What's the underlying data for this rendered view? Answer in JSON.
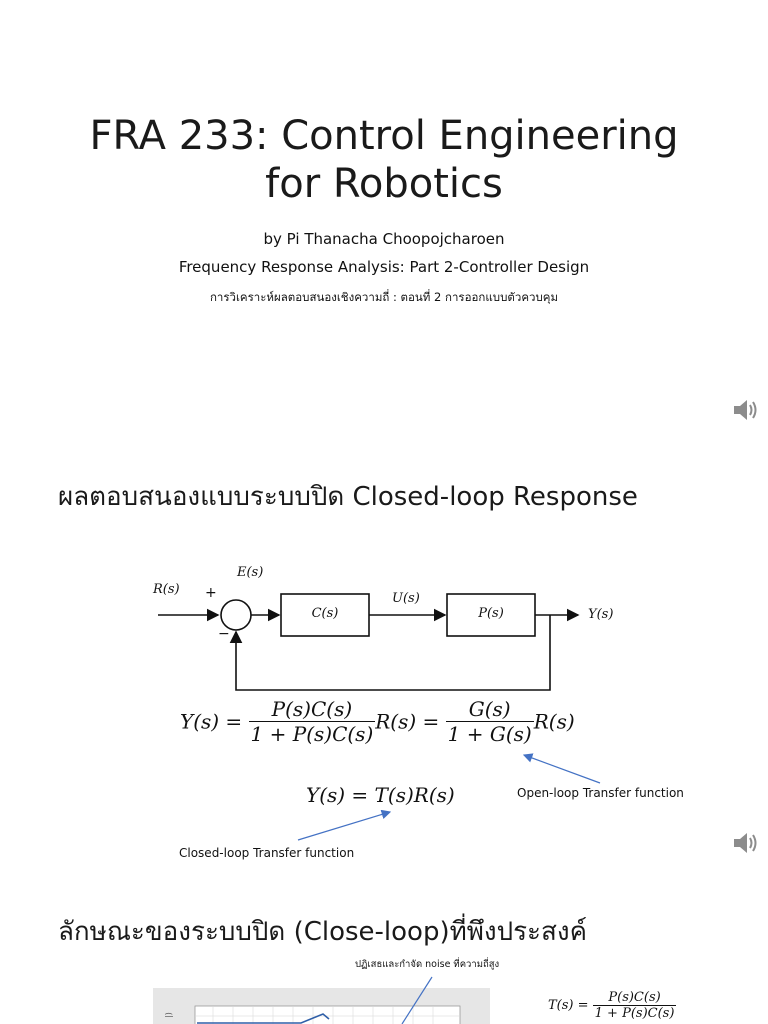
{
  "slide1": {
    "title_line1": "FRA 233: Control Engineering",
    "title_line2": "for Robotics",
    "author": "by Pi Thanacha Choopojcharoen",
    "subtitle": "Frequency Response Analysis: Part 2-Controller Design",
    "subtitle_thai": "การวิเคราะห์ผลตอบสนองเชิงความถี่ : ตอนที่ 2 การออกแบบตัวควบคุม",
    "audio_icon": "speaker-icon"
  },
  "slide2": {
    "heading": "ผลตอบสนองแบบระบบปิด Closed-loop Response",
    "diagram": {
      "input": "R(s)",
      "error": "E(s)",
      "plus": "+",
      "minus": "−",
      "controller": "C(s)",
      "control_signal": "U(s)",
      "plant": "P(s)",
      "output": "Y(s)"
    },
    "equation1": {
      "lhs": "Y(s) =",
      "frac1_num": "P(s)C(s)",
      "frac1_den": "1 + P(s)C(s)",
      "mid": "R(s) =",
      "frac2_num": "G(s)",
      "frac2_den": "1 + G(s)",
      "tail": "R(s)"
    },
    "equation2": "Y(s) = T(s)R(s)",
    "annotation_open": "Open-loop Transfer function",
    "annotation_closed": "Closed-loop Transfer function",
    "audio_icon": "speaker-icon"
  },
  "slide3": {
    "heading": "ลักษณะของระบบปิด (Close-loop)ที่พึงประสงค์",
    "annotation_noise": "ปฏิเสธและกำจัด noise ที่ความถี่สูง",
    "tf_lhs": "T(s) =",
    "tf_num": "P(s)C(s)",
    "tf_den": "1 + P(s)C(s)"
  },
  "colors": {
    "text": "#111111",
    "arrow_blue": "#4472c4",
    "speaker_gray": "#8c8c8c"
  }
}
